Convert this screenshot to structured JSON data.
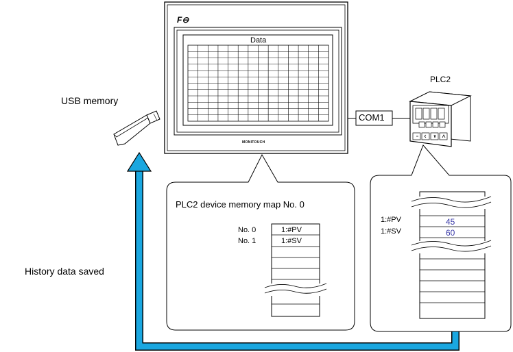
{
  "hmi": {
    "brand_mark": "F⊖",
    "screen_title": "Data",
    "bezel_label": "MONITOUCH"
  },
  "usb": {
    "label": "USB memory"
  },
  "port": {
    "label": "COM1"
  },
  "plc": {
    "label": "PLC2",
    "memory": {
      "rows": [
        {
          "name": "1:#PV",
          "value": "45"
        },
        {
          "name": "1:#SV",
          "value": "60"
        }
      ]
    }
  },
  "device_map": {
    "title": "PLC2 device memory map No. 0",
    "rows": [
      {
        "index": "No. 0",
        "value": "1:#PV"
      },
      {
        "index": "No. 1",
        "value": "1:#SV"
      }
    ]
  },
  "history": {
    "label": "History data saved"
  },
  "colors": {
    "arrow": "#1aa7e0",
    "value_text": "#3a3aa8"
  }
}
